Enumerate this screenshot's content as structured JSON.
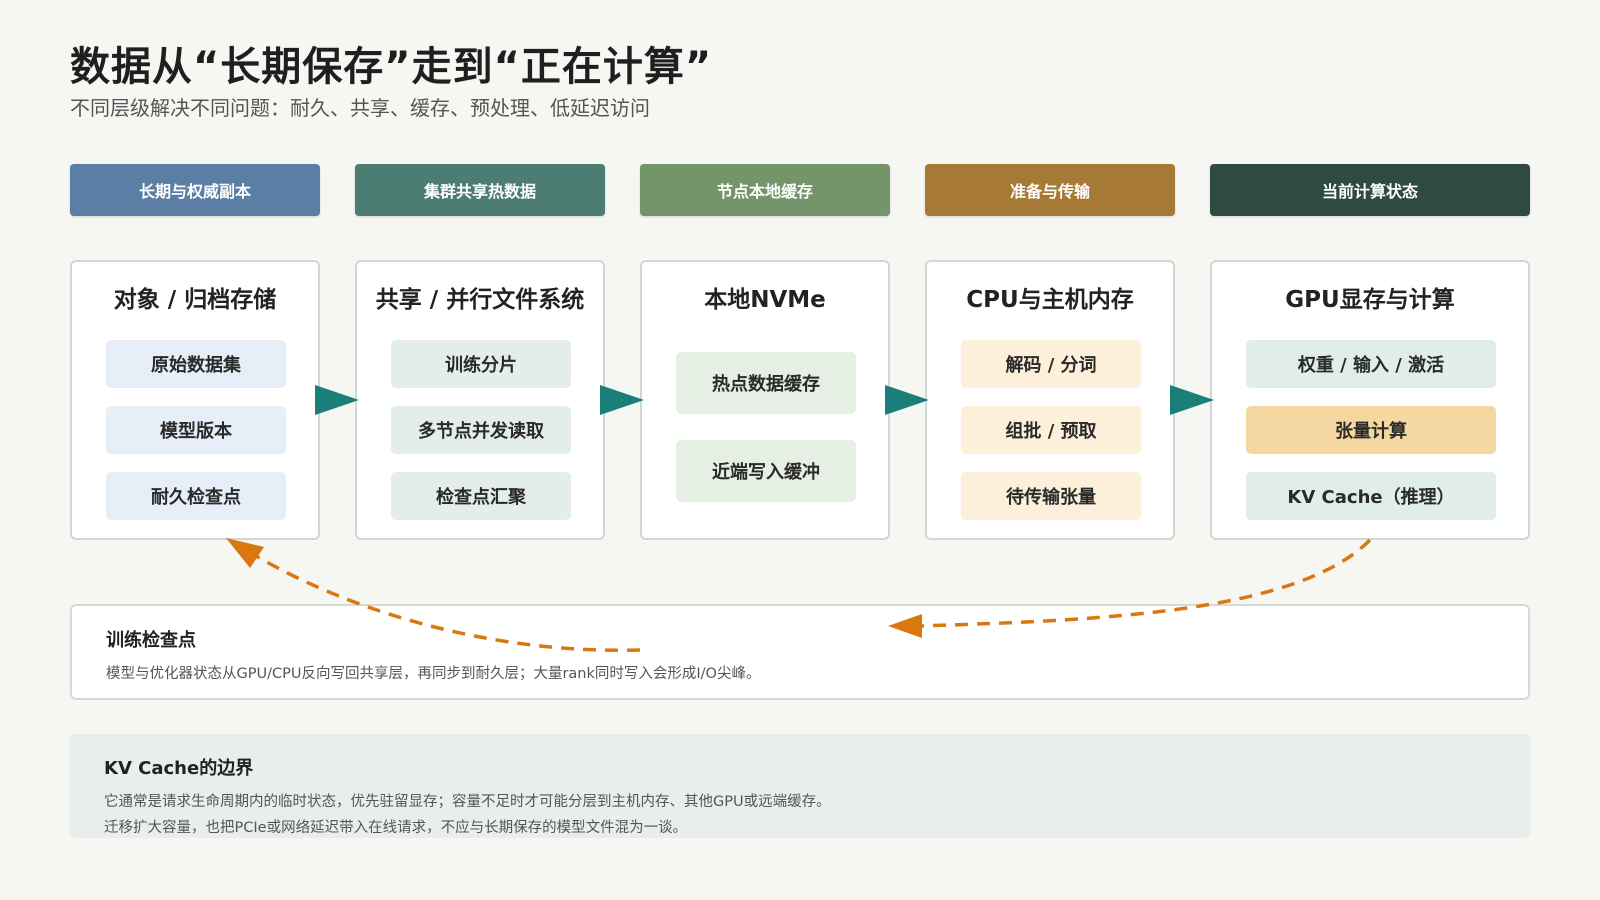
{
  "title": "数据从“长期保存”走到“正在计算”",
  "subtitle": "不同层级解决不同问题：耐久、共享、缓存、预处理、低延迟访问",
  "tiers": [
    {
      "label": "长期与权威副本",
      "color": "#5b7ea5"
    },
    {
      "label": "集群共享热数据",
      "color": "#4d7c72"
    },
    {
      "label": "节点本地缓存",
      "color": "#74956a"
    },
    {
      "label": "准备与传输",
      "color": "#a67a35"
    },
    {
      "label": "当前计算状态",
      "color": "#2f4a42"
    }
  ],
  "cards": [
    {
      "title": "对象 / 归档存储",
      "items": [
        "原始数据集",
        "模型版本",
        "耐久检查点"
      ],
      "item_color": "#e6eef7"
    },
    {
      "title": "共享 / 并行文件系统",
      "items": [
        "训练分片",
        "多节点并发读取",
        "检查点汇聚"
      ],
      "item_color": "#e3eeea"
    },
    {
      "title": "本地NVMe",
      "items": [
        "热点数据缓存",
        "近端写入缓冲"
      ],
      "item_color": "#e6efe3"
    },
    {
      "title": "CPU与主机内存",
      "items": [
        "解码 / 分词",
        "组批 / 预取",
        "待传输张量"
      ],
      "item_color": "#fdf0da"
    },
    {
      "title": "GPU显存与计算",
      "items": [
        "权重 / 输入 / 激活",
        "张量计算",
        "KV Cache（推理）"
      ],
      "item_colors": [
        "#e0ede9",
        "#f5d8a1",
        "#e0ede9"
      ]
    }
  ],
  "colors": {
    "arrow": "#1a7f78",
    "feedback_arrow": "#d9780f"
  },
  "writeback": {
    "title": "训练检查点",
    "body": "模型与优化器状态从GPU/CPU反向写回共享层，再同步到耐久层；大量rank同时写入会形成I/O尖峰。"
  },
  "kv_note": {
    "title": "KV Cache的边界",
    "lines": [
      "它通常是请求生命周期内的临时状态，优先驻留显存；容量不足时才可能分层到主机内存、其他GPU或远端缓存。",
      "迁移扩大容量，也把PCIe或网络延迟带入在线请求，不应与长期保存的模型文件混为一谈。"
    ]
  }
}
